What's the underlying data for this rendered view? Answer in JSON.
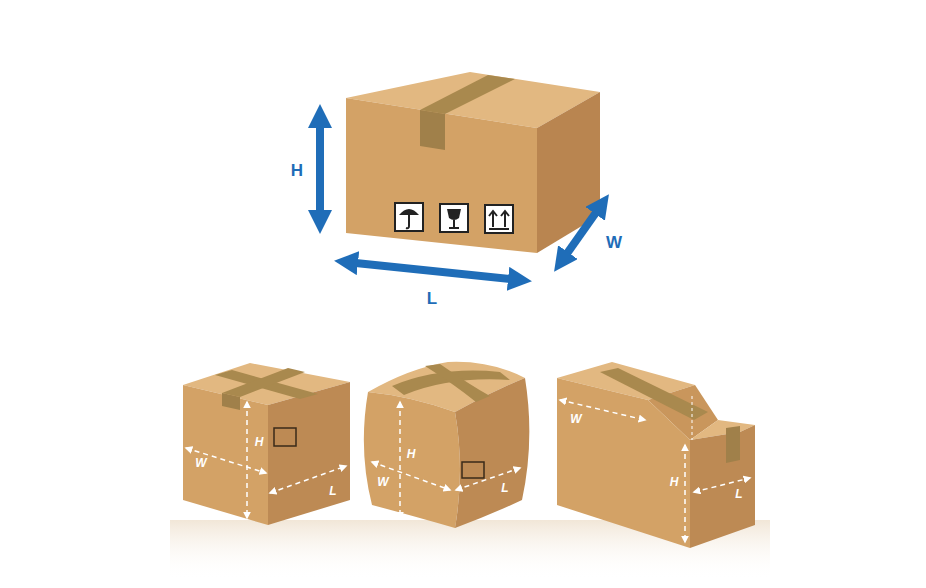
{
  "diagram": {
    "labels": [
      "H",
      "W",
      "L",
      "W",
      "H",
      "L",
      "W",
      "H",
      "L",
      "W",
      "H",
      "L"
    ]
  }
}
